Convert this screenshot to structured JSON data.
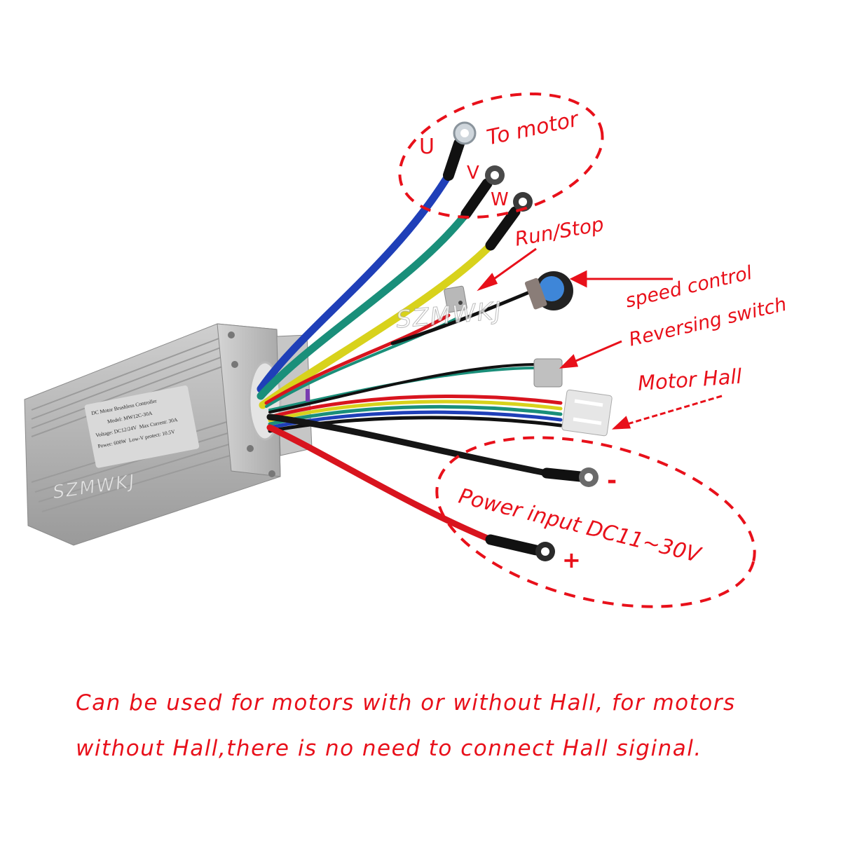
{
  "labels": {
    "motor_group": "To motor",
    "phase_u": "U",
    "phase_v": "V",
    "phase_w": "W",
    "run_stop": "Run/Stop",
    "speed_control": "speed control",
    "reversing_switch": "Reversing switch",
    "motor_hall": "Motor Hall",
    "power_input": "Power input DC11~30V",
    "negative": "-",
    "positive": "+"
  },
  "controller_plate": {
    "title": "DC Motor Brushless Controller",
    "model": "Model: MW12C-30A",
    "voltage": "Voltage: DC12/24V",
    "max_current": "Max Current: 30A",
    "power": "Power: 600W",
    "low_v_protect": "Low-V protect: 10.5V"
  },
  "watermark": "SZMWKJ",
  "footnote": {
    "line1": "Can be used for motors with or without Hall, for motors",
    "line2": "without Hall,there is no need to connect Hall siginal."
  },
  "colors": {
    "annotation_red": "#e8101a",
    "wire_blue": "#1f3fb8",
    "wire_green": "#1a8f7a",
    "wire_yellow": "#d8d21c",
    "wire_red": "#d8141e",
    "wire_black": "#151515",
    "housing": "#b8b8b8"
  }
}
